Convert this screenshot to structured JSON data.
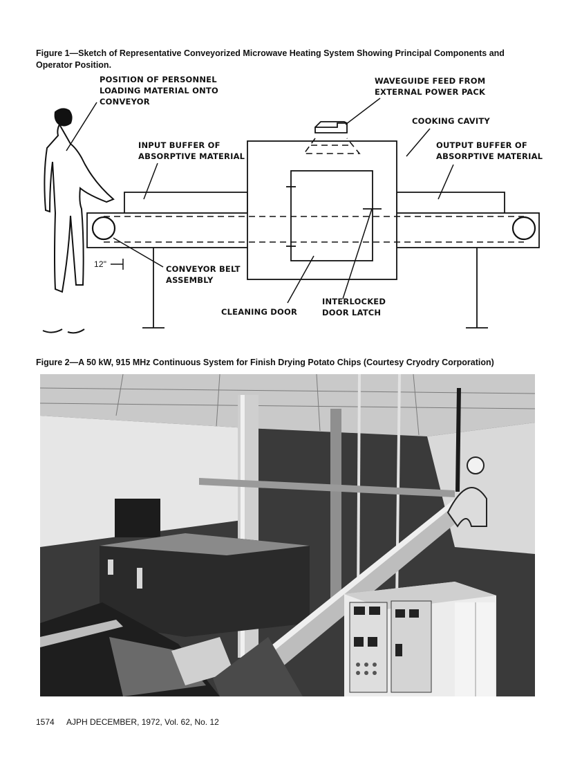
{
  "figure1": {
    "caption_line1": "Figure 1—Sketch of Representative Conveyorized Microwave Heating System Showing Principal Components and",
    "caption_line2": "Operator Position.",
    "labels": {
      "personnel_1": "POSITION OF PERSONNEL",
      "personnel_2": "LOADING MATERIAL ONTO",
      "personnel_3": "CONVEYOR",
      "waveguide_1": "WAVEGUIDE FEED FROM",
      "waveguide_2": "EXTERNAL POWER PACK",
      "cooking_cavity": "COOKING CAVITY",
      "input_buffer_1": "INPUT BUFFER OF",
      "input_buffer_2": "ABSORPTIVE MATERIAL",
      "output_buffer_1": "OUTPUT BUFFER OF",
      "output_buffer_2": "ABSORPTIVE MATERIAL",
      "dimension": "12\"",
      "conveyor_belt_1": "CONVEYOR BELT",
      "conveyor_belt_2": "ASSEMBLY",
      "cleaning_door": "CLEANING DOOR",
      "latch_1": "INTERLOCKED",
      "latch_2": "DOOR LATCH"
    }
  },
  "figure2": {
    "caption": "Figure 2—A 50 kW, 915 MHz Continuous System for Finish Drying Potato Chips (Courtesy Cryodry Corporation)"
  },
  "footer": {
    "page_number": "1574",
    "citation": "AJPH DECEMBER, 1972, Vol. 62, No. 12"
  }
}
